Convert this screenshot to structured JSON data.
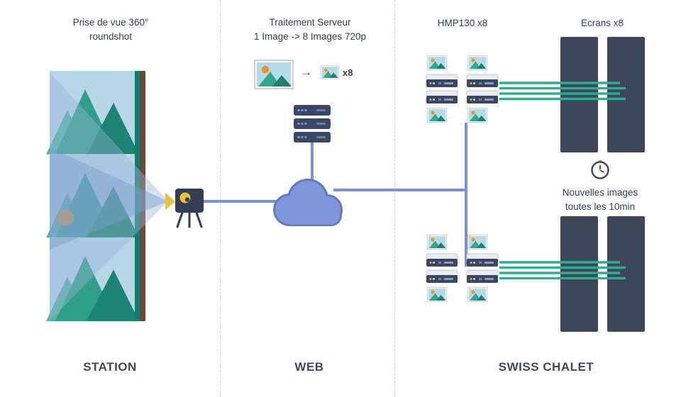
{
  "station": {
    "title_line1": "Prise de vue 360°",
    "title_line2": "roundshot",
    "section_label": "STATION"
  },
  "web": {
    "title_line1": "Traitement Serveur",
    "title_line2": "1 Image -> 8 Images 720p",
    "arrow": "→",
    "multiplier": "x8",
    "section_label": "WEB"
  },
  "chalet": {
    "players_label": "HMP130 x8",
    "screens_label": "Ecrans x8",
    "refresh_line1": "Nouvelles images",
    "refresh_line2": "toutes les 10min",
    "section_label": "SWISS CHALET"
  },
  "colors": {
    "line_blue": "#7d92d2",
    "line_green": "#2cae8f",
    "ink": "#39465c",
    "orange": "#f2921d",
    "screen_dark": "#3d4759",
    "cloud_fill": "#7f96d8",
    "mountain_teal": "#2f9f8a"
  }
}
